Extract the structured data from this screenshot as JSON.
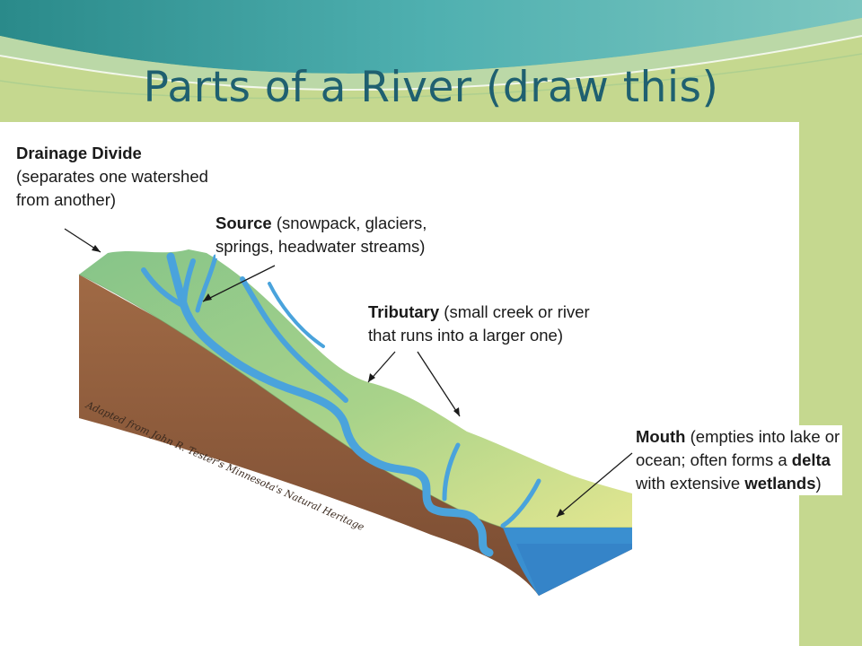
{
  "title": "Parts of a River (draw this)",
  "credit": "Adapted from John R. Tester's Minnesota's Natural Heritage",
  "labels": {
    "drainage_divide": {
      "term": "Drainage Divide",
      "desc_line1": "(separates one watershed",
      "desc_line2": "from another)"
    },
    "source": {
      "term": "Source",
      "desc_line1": " (snowpack, glaciers,",
      "desc_line2": "springs, headwater streams)"
    },
    "tributary": {
      "term": "Tributary",
      "desc_line1": " (small creek or river",
      "desc_line2": "that runs into a larger one)"
    },
    "mouth": {
      "term": "Mouth",
      "desc_a": " (empties into lake or ocean; often forms a ",
      "term_delta": "delta",
      "desc_b": " with extensive ",
      "term_wetlands": "wetlands",
      "desc_c": ")"
    }
  },
  "colors": {
    "title": "#1f6070",
    "background": "#c5d88f",
    "land_top": "#8fc98a",
    "land_lower": "#d9e48e",
    "soil": "#8b5a3c",
    "water": "#3a8fd0"
  }
}
